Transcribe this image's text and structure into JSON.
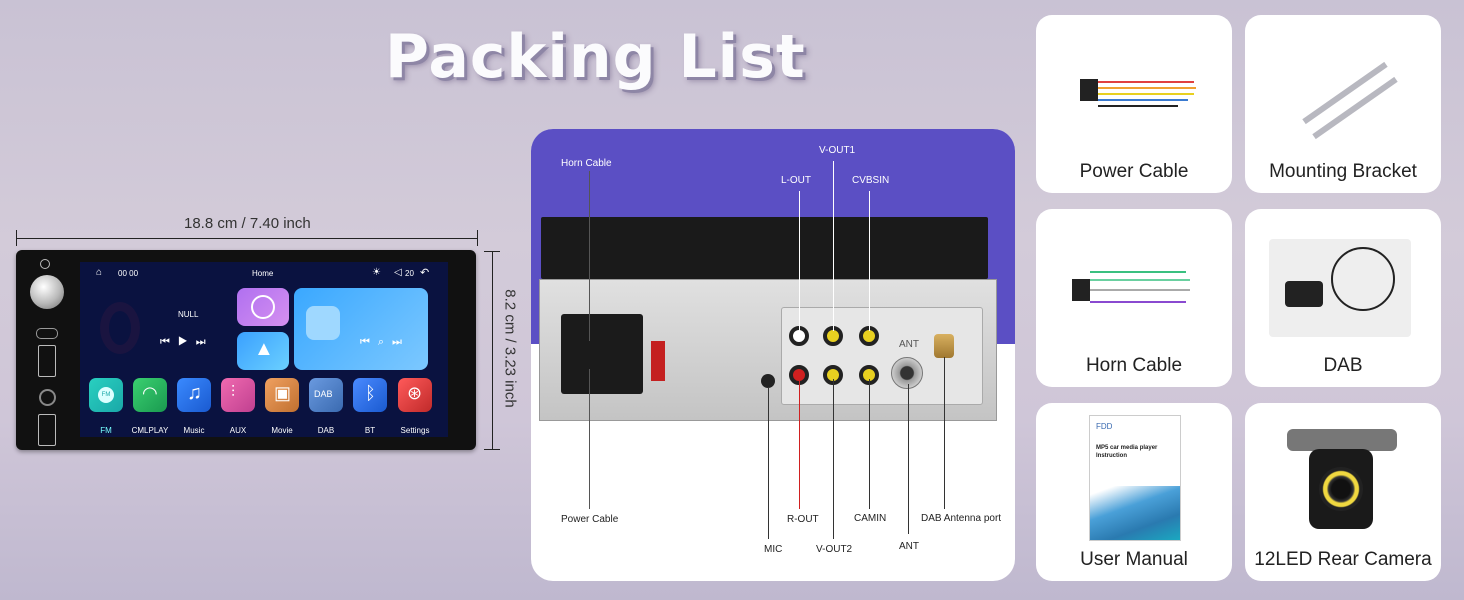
{
  "title": "Packing List",
  "dimensions": {
    "width": "18.8 cm / 7.40 inch",
    "height": "8.2 cm / 3.23 inch"
  },
  "head_unit": {
    "status": {
      "time": "00 00",
      "home": "Home",
      "volume": "20"
    },
    "null_label": "NULL",
    "apps": [
      "FM",
      "CMLPLAY",
      "Music",
      "AUX",
      "Movie",
      "DAB",
      "BT",
      "Settings"
    ],
    "fm_icon": "FM",
    "dab_icon": "DAB"
  },
  "diagram": {
    "labels": {
      "horn_cable": "Horn Cable",
      "v_out1": "V-OUT1",
      "l_out": "L-OUT",
      "cvbsin": "CVBSIN",
      "power_cable": "Power Cable",
      "r_out": "R-OUT",
      "camin": "CAMIN",
      "dab_antenna": "DAB Antenna port",
      "mic": "MIC",
      "v_out2": "V-OUT2",
      "ant": "ANT",
      "ant_marking": "ANT"
    }
  },
  "items": [
    {
      "name": "Power Cable"
    },
    {
      "name": "Mounting Bracket"
    },
    {
      "name": "Horn Cable"
    },
    {
      "name": "DAB"
    },
    {
      "name": "User Manual"
    },
    {
      "name": "12LED Rear Camera"
    }
  ],
  "manual": {
    "brand": "FDD",
    "title": "MP5 car media player Instruction"
  }
}
